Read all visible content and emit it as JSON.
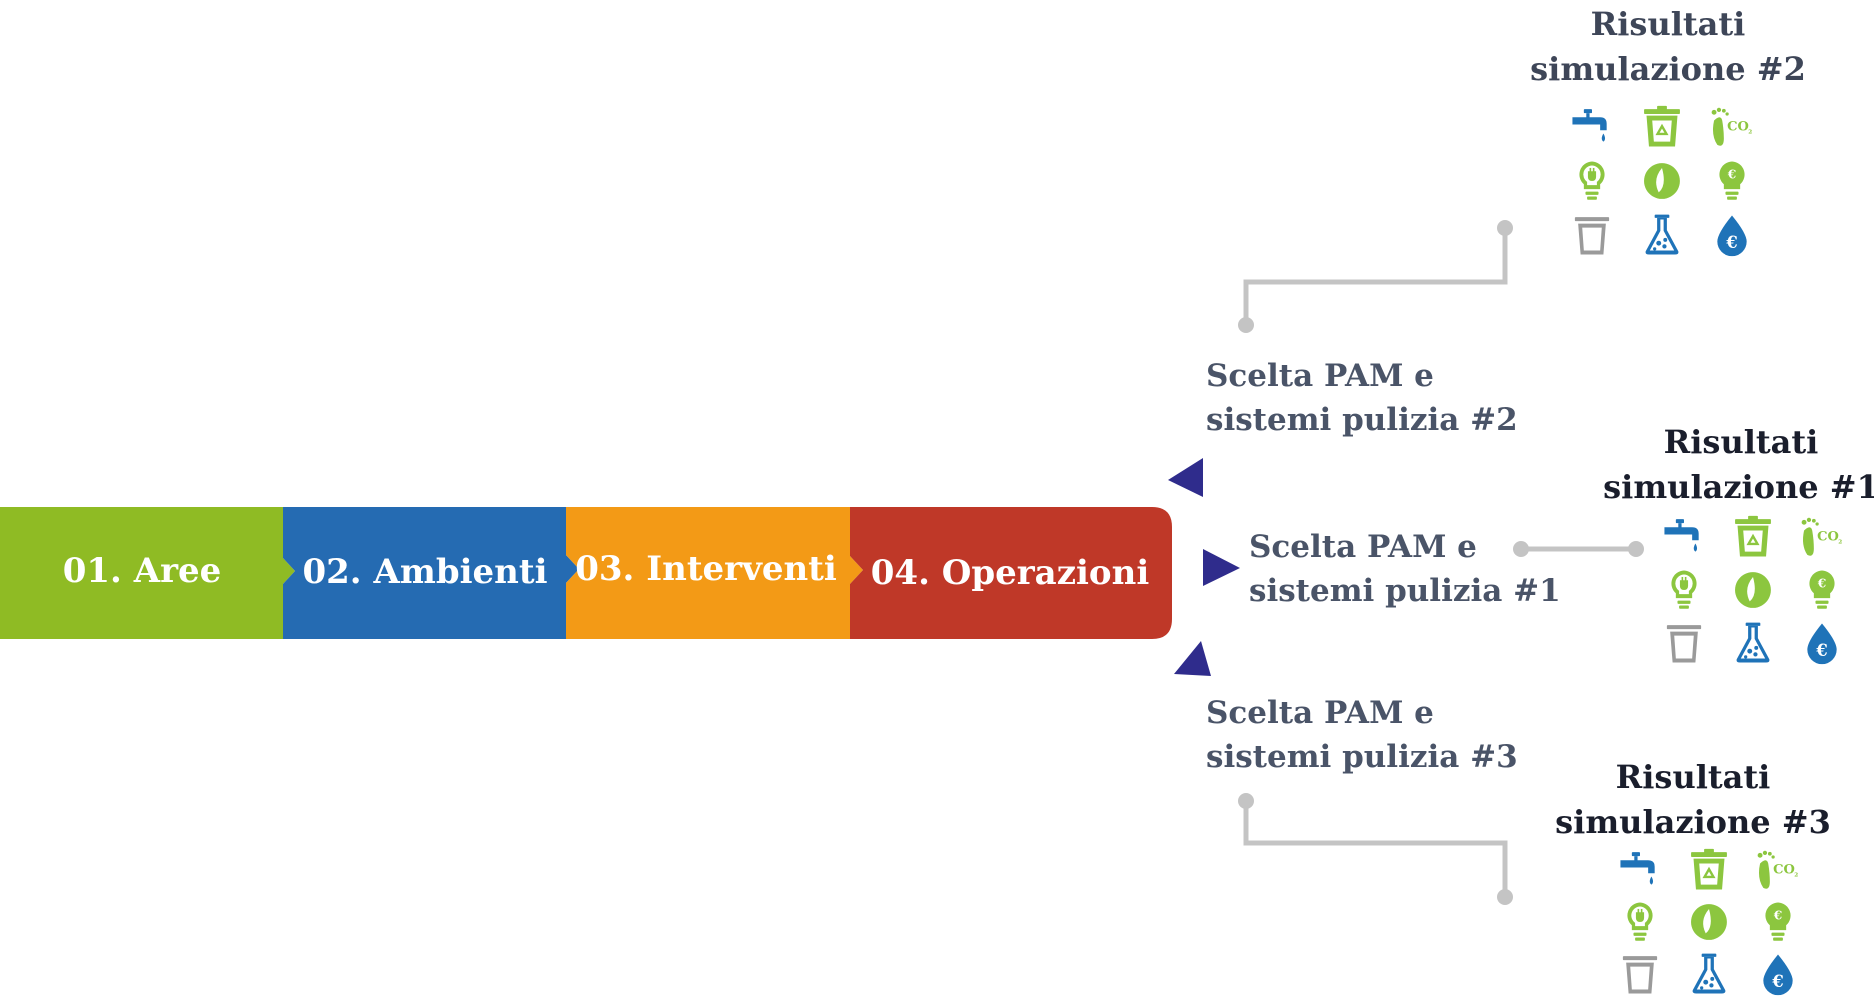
{
  "steps": [
    {
      "label": "01. Aree",
      "color": "#8fbb24"
    },
    {
      "label": "02. Ambienti",
      "color": "#256bb2"
    },
    {
      "label": "03. Interventi",
      "color": "#f39a16"
    },
    {
      "label": "04. Operazioni",
      "color": "#bf3828"
    }
  ],
  "choices": [
    {
      "line1": "Scelta PAM e",
      "line2": "sistemi pulizia #2"
    },
    {
      "line1": "Scelta PAM e",
      "line2": "sistemi pulizia #1"
    },
    {
      "line1": "Scelta PAM e",
      "line2": "sistemi pulizia #3"
    }
  ],
  "results": [
    {
      "line1": "Risultati",
      "line2": "simulazione #2"
    },
    {
      "line1": "Risultati",
      "line2": "simulazione #1"
    },
    {
      "line1": "Risultati",
      "line2": "simulazione #3"
    }
  ],
  "colors": {
    "arrow": "#2f2c8c",
    "connector": "#c4c4c4",
    "icon_blue": "#1f73b8",
    "icon_green": "#8cc63f",
    "icon_gray": "#9a9a9a"
  },
  "icons": [
    "water-tap-icon",
    "recycle-bin-icon",
    "co2-footprint-icon",
    "energy-bulb-icon",
    "leaf-icon",
    "euro-bulb-icon",
    "waste-bin-icon",
    "chemical-flask-icon",
    "water-cost-icon"
  ]
}
